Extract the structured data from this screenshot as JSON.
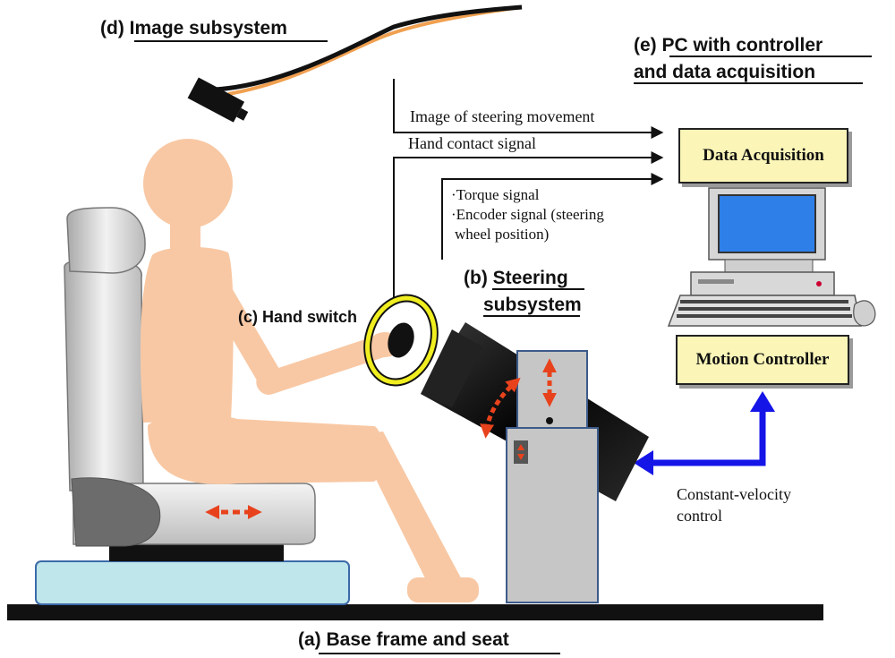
{
  "labels": {
    "image_subsystem": "(d) Image subsystem",
    "pc": [
      "(e) PC with controller",
      "and data acquisition"
    ],
    "steering_subsystem": [
      "(b) Steering",
      "subsystem"
    ],
    "hand_switch": "(c) Hand switch",
    "base_frame": "(a) Base frame and seat"
  },
  "signals": {
    "image_movement": "Image of steering movement",
    "hand_contact": "Hand contact signal",
    "torque": "·Torque signal",
    "encoder": [
      "·Encoder signal (steering",
      "wheel position)"
    ]
  },
  "boxes": {
    "data_acquisition": "Data Acquisition",
    "motion_controller": "Motion Controller"
  },
  "control": [
    "Constant-velocity",
    "control"
  ],
  "colors": {
    "skin": "#f8c8a4",
    "box_fill": "#fbf6b8",
    "arrow_blue": "#1515e8",
    "motion_red": "#e8421c",
    "wheel_yellow": "#f0ee20",
    "seat_grey": "#d8d8d8",
    "base_cyan": "#bfe6ea"
  }
}
